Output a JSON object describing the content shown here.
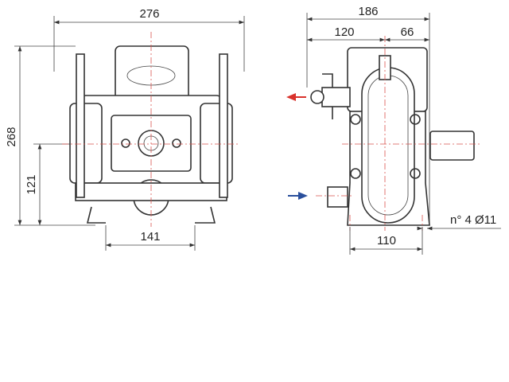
{
  "front_view": {
    "width_label": "276",
    "height_label": "268",
    "shaft_height_label": "121",
    "foot_spacing_label": "141"
  },
  "side_view": {
    "depth_label": "186",
    "rear_label": "120",
    "front_label": "66",
    "foot_spacing_label": "110",
    "holes_label": "n° 4 Ø11"
  },
  "colors": {
    "outlet_arrow": "#d9322c",
    "inlet_arrow": "#2a4f9c",
    "centerline": "#d9534f"
  }
}
